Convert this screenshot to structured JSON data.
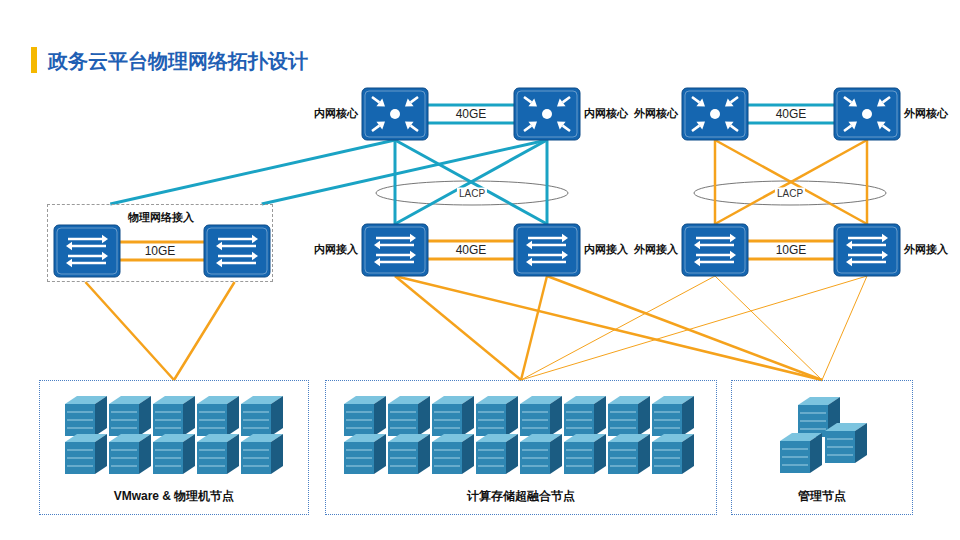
{
  "diagram": {
    "title": "政务云平台物理网络拓扑设计",
    "nodes": [
      {
        "text": [
          "内网核心"
        ]
      },
      {
        "text": [
          "内网核心"
        ]
      },
      {
        "text": [
          "外网核心"
        ]
      },
      {
        "text": [
          "外网核心"
        ]
      },
      {
        "text": [
          "物理网络接入"
        ]
      },
      {
        "text": [
          "内网接入"
        ]
      },
      {
        "text": [
          "内网接入"
        ]
      },
      {
        "text": [
          "外网接入"
        ]
      },
      {
        "text": [
          "外网接入"
        ]
      },
      {
        "text": [
          "VMware & 物理机节点"
        ]
      },
      {
        "text": [
          "计算存储超融合节点"
        ]
      },
      {
        "text": [
          "管理节点"
        ]
      }
    ],
    "edges": [
      {
        "from": 0,
        "to": 1,
        "label": "40GE",
        "arrow": "none"
      },
      {
        "from": 2,
        "to": 3,
        "label": "40GE",
        "arrow": "none"
      },
      {
        "from": 5,
        "to": 6,
        "label": "40GE",
        "arrow": "none"
      },
      {
        "from": 7,
        "to": 8,
        "label": "10GE",
        "arrow": "none"
      },
      {
        "from": 0,
        "to": 5,
        "arrow": "none"
      },
      {
        "from": 0,
        "to": 6,
        "arrow": "none"
      },
      {
        "from": 1,
        "to": 5,
        "arrow": "none"
      },
      {
        "from": 1,
        "to": 6,
        "arrow": "none"
      },
      {
        "from": 2,
        "to": 7,
        "arrow": "none"
      },
      {
        "from": 2,
        "to": 8,
        "arrow": "none"
      },
      {
        "from": 3,
        "to": 7,
        "arrow": "none"
      },
      {
        "from": 3,
        "to": 8,
        "arrow": "none"
      },
      {
        "from": 4,
        "to": 0,
        "arrow": "none"
      },
      {
        "from": 4,
        "to": 1,
        "arrow": "none"
      },
      {
        "from": 4,
        "to": 9,
        "arrow": "none"
      },
      {
        "from": 5,
        "to": 10,
        "arrow": "none"
      },
      {
        "from": 5,
        "to": 11,
        "arrow": "none"
      },
      {
        "from": 6,
        "to": 10,
        "arrow": "none"
      },
      {
        "from": 6,
        "to": 11,
        "arrow": "none"
      },
      {
        "from": 7,
        "to": 10,
        "arrow": "none"
      },
      {
        "from": 7,
        "to": 11,
        "arrow": "none"
      },
      {
        "from": 8,
        "to": 10,
        "arrow": "none"
      },
      {
        "from": 8,
        "to": 11,
        "arrow": "none"
      }
    ],
    "labels": [
      "LACP",
      "LACP",
      "10GE"
    ]
  }
}
